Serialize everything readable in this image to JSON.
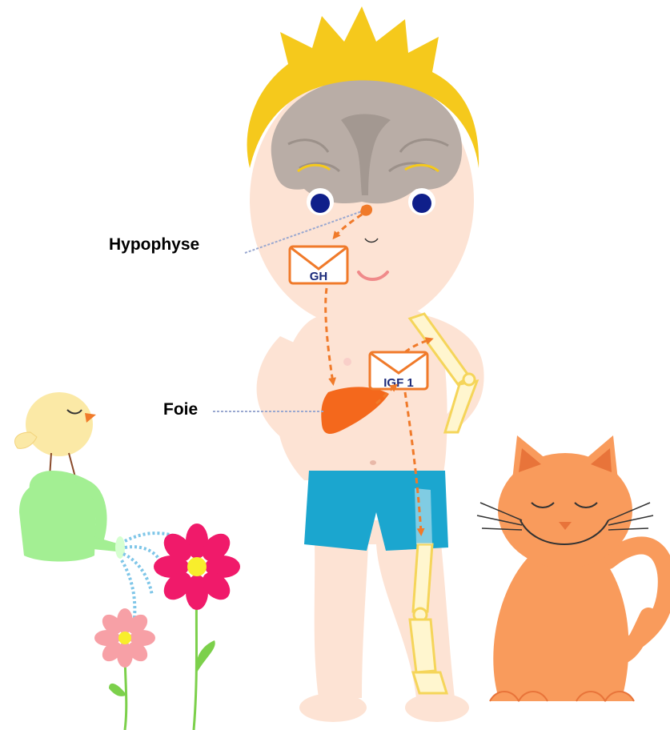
{
  "labels": {
    "pituitary": "Hypophyse",
    "liver": "Foie"
  },
  "hormones": {
    "first": "GH",
    "second": "IGF 1"
  },
  "colors": {
    "skin": "#fde3d4",
    "hair": "#f5c91c",
    "brain": "#b9ada6",
    "pituitary_shape": "#b3aaa3",
    "eye": "#0f1f8a",
    "arrow": "#f07a2a",
    "liver": "#f4681c",
    "shorts": "#1ba6cf",
    "bone": "#fff6cf",
    "bone_outline": "#f5d55a",
    "envelope_border": "#f07a2a",
    "envelope_text": "#1b2a7a",
    "leader_line": "#9aa8d0",
    "cat": "#f99b5c",
    "cat_dark": "#e8743a",
    "bird": "#fbe9a6",
    "watering_can": "#a3ef93",
    "water": "#7fc6e8",
    "flower_big": "#f01a6a",
    "flower_small": "#f7a0a6",
    "flower_center": "#f8ee2c",
    "stem": "#7cd04b"
  },
  "icons": [
    "envelope-icon",
    "envelope-icon",
    "bird-icon",
    "watering-can-icon",
    "flower-icon",
    "flower-icon",
    "cat-icon"
  ]
}
